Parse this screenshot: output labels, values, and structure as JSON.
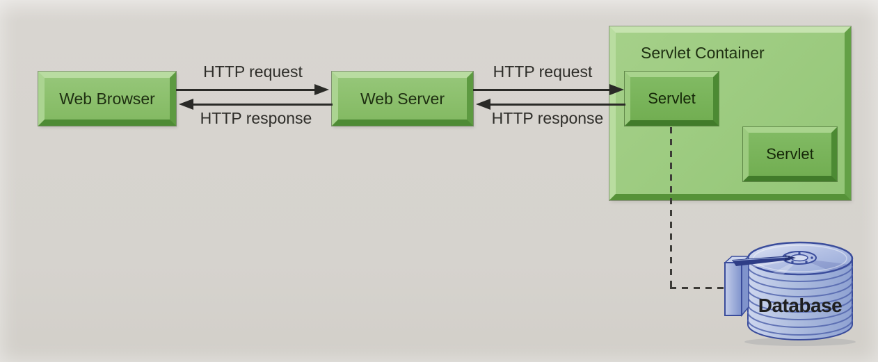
{
  "nodes": {
    "web_browser": {
      "label": "Web Browser"
    },
    "web_server": {
      "label": "Web Server"
    },
    "servlet_container": {
      "label": "Servlet Container"
    },
    "servlet_primary": {
      "label": "Servlet"
    },
    "servlet_secondary": {
      "label": "Servlet"
    },
    "database": {
      "label": "Database"
    }
  },
  "connections": {
    "browser_server": {
      "request_label": "HTTP request",
      "response_label": "HTTP response"
    },
    "server_servlet": {
      "request_label": "HTTP request",
      "response_label": "HTTP response"
    },
    "servlet_database": {
      "style": "dashed-elbow"
    }
  },
  "colors": {
    "background": "#d6d3ce",
    "node_face_green": "#8abc6b",
    "container_face_green": "#9bca7e",
    "servlet_face_green": "#79b35a",
    "bevel_light_green": "#b9dca1",
    "bevel_dark_green": "#4e8b35",
    "arrow_black": "#2a2a27",
    "database_blue": "#aebddf",
    "database_outline_blue": "#3a4c9b",
    "node_text": "#1e2f11"
  }
}
